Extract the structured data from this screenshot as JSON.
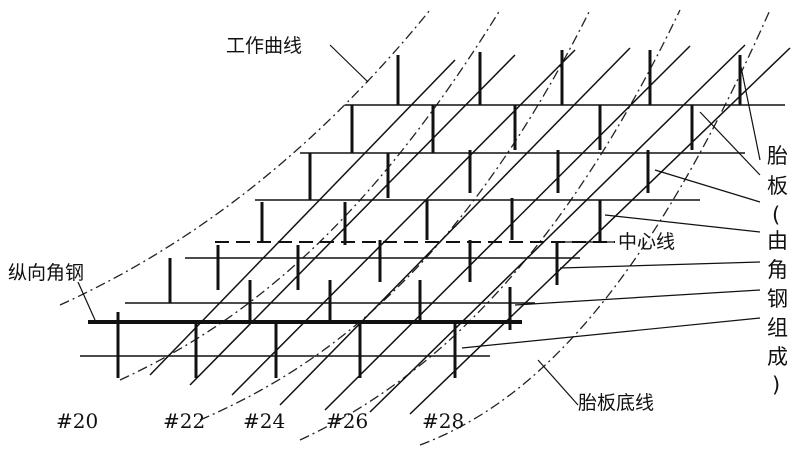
{
  "labels": {
    "working_curve": "工作曲线",
    "longitudinal_angle": "纵向角钢",
    "center_line": "中心线",
    "mold_base_line": "胎板底线",
    "mold_plate_vertical": [
      "胎",
      "板",
      "(",
      "由",
      "角",
      "钢",
      "组",
      "成",
      ")"
    ]
  },
  "frames": [
    "#20",
    "#22",
    "#24",
    "#26",
    "#28"
  ]
}
